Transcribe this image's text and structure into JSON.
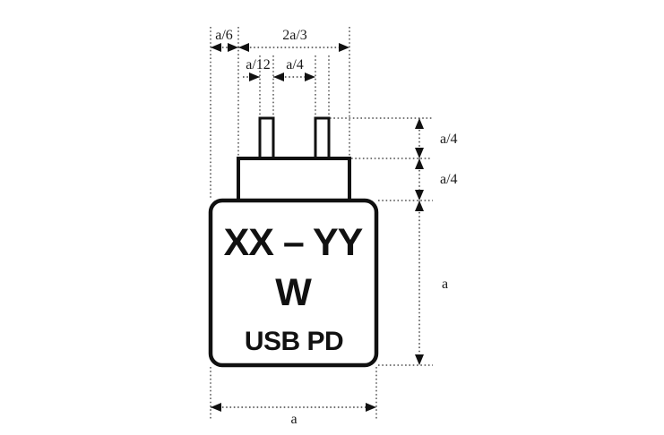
{
  "device": {
    "wattage_range": "XX – YY",
    "wattage_unit": "W",
    "standard": "USB PD"
  },
  "dimensions": {
    "collar_left_offset": "a/6",
    "collar_width": "2a/3",
    "prong_width": "a/12",
    "prong_gap": "a/4",
    "prong_height": "a/4",
    "collar_height": "a/4",
    "body_height": "a",
    "body_width": "a"
  },
  "colors": {
    "ink": "#111111",
    "dotted_line": "#2b2b2b",
    "background": "#ffffff"
  }
}
